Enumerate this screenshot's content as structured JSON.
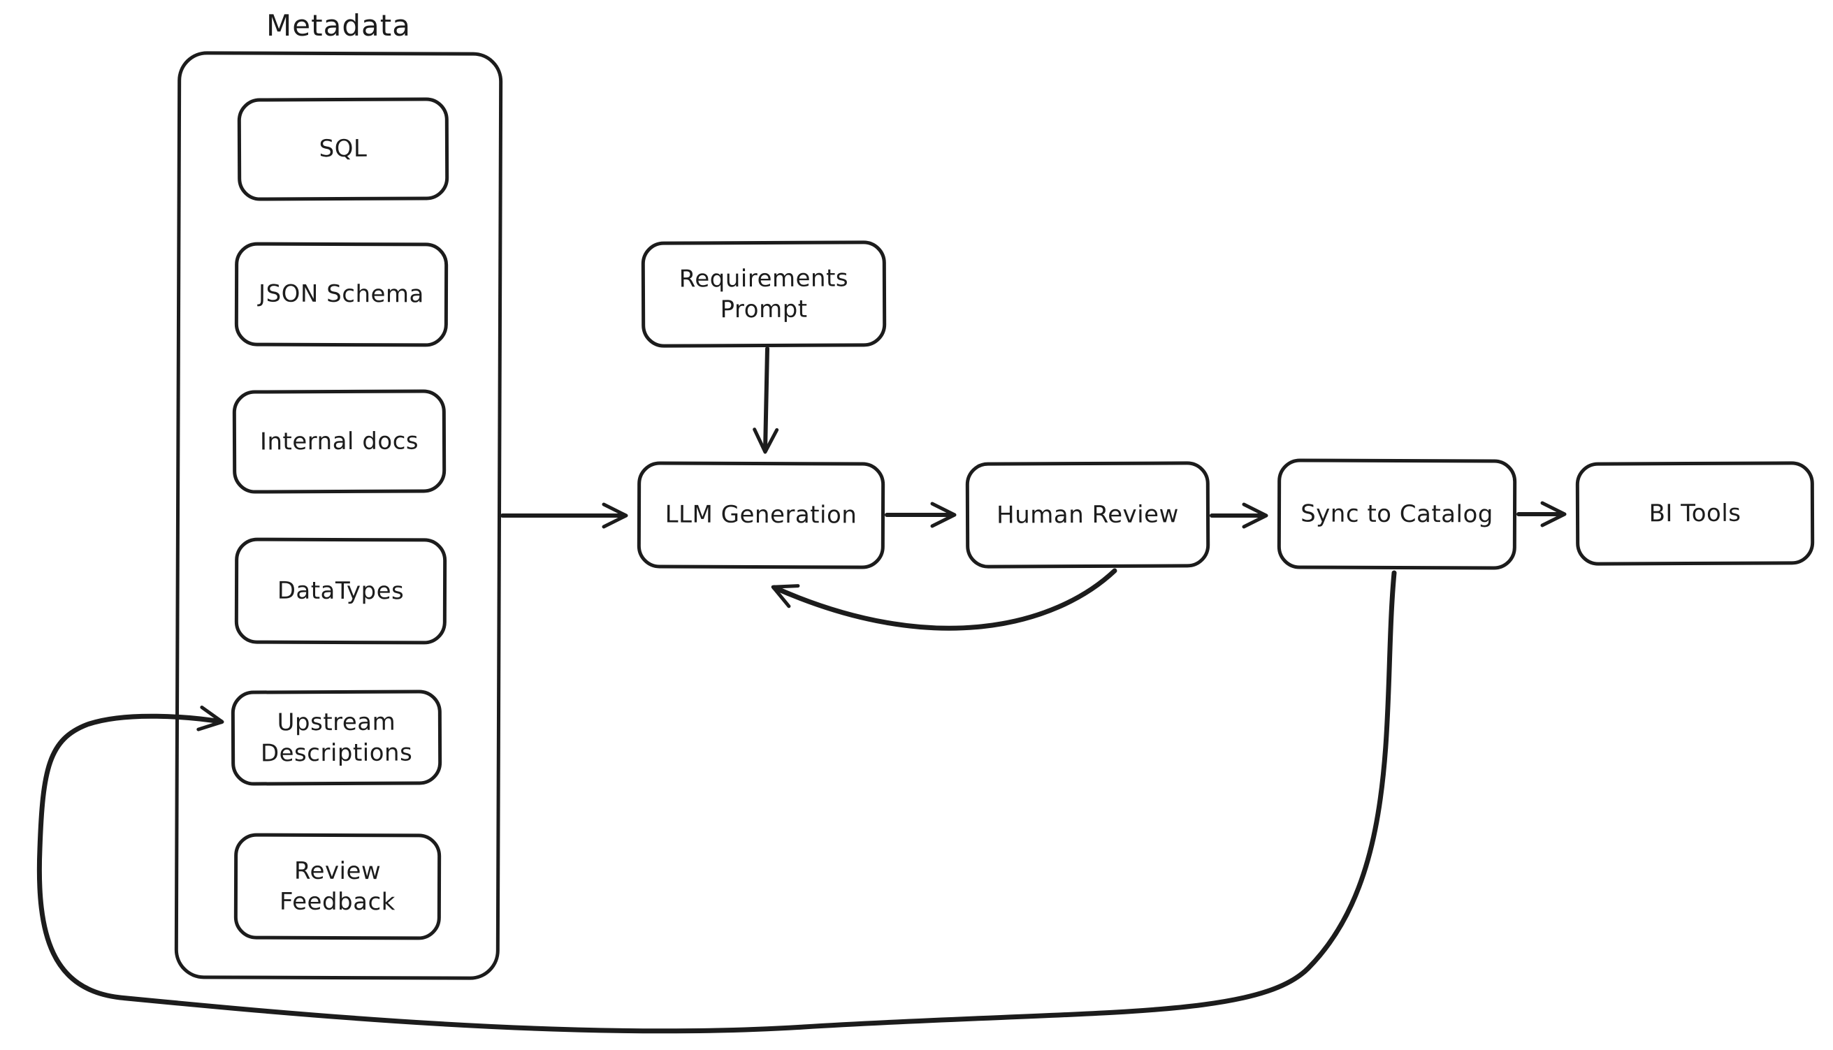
{
  "diagram": {
    "background_color": "#ffffff",
    "stroke_color": "#1c1c1c",
    "style": "hand-drawn flowchart",
    "group": {
      "title": "Metadata",
      "children": [
        "sql",
        "json_schema",
        "internal_docs",
        "datatypes",
        "upstream_descriptions",
        "review_feedback"
      ]
    },
    "nodes": {
      "sql": {
        "label": "SQL"
      },
      "json_schema": {
        "label": "JSON Schema"
      },
      "internal_docs": {
        "label": "Internal docs"
      },
      "datatypes": {
        "label": "DataTypes"
      },
      "upstream_descriptions": {
        "label": "Upstream Descriptions"
      },
      "review_feedback": {
        "label": "Review Feedback"
      },
      "requirements_prompt": {
        "label": "Requirements Prompt"
      },
      "llm_generation": {
        "label": "LLM Generation"
      },
      "human_review": {
        "label": "Human Review"
      },
      "sync_to_catalog": {
        "label": "Sync to Catalog"
      },
      "bi_tools": {
        "label": "BI Tools"
      }
    },
    "edges": [
      {
        "from": "metadata_group",
        "to": "llm_generation",
        "type": "straight-arrow"
      },
      {
        "from": "requirements_prompt",
        "to": "llm_generation",
        "type": "straight-arrow"
      },
      {
        "from": "llm_generation",
        "to": "human_review",
        "type": "straight-arrow"
      },
      {
        "from": "human_review",
        "to": "llm_generation",
        "type": "curved-arrow"
      },
      {
        "from": "human_review",
        "to": "sync_to_catalog",
        "type": "straight-arrow"
      },
      {
        "from": "sync_to_catalog",
        "to": "bi_tools",
        "type": "straight-arrow"
      },
      {
        "from": "sync_to_catalog",
        "to": "upstream_descriptions",
        "type": "long-loop-arrow"
      }
    ]
  }
}
